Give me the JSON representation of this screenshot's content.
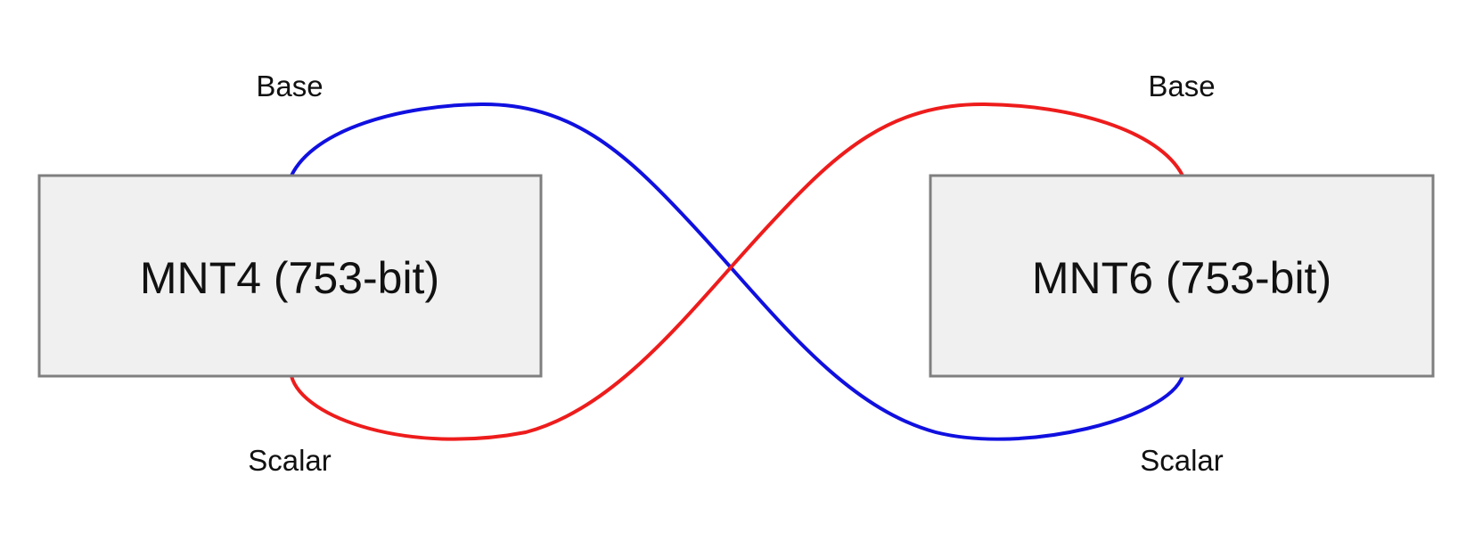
{
  "nodes": {
    "mnt4": {
      "label": "MNT4 (753-bit)"
    },
    "mnt6": {
      "label": "MNT6 (753-bit)"
    }
  },
  "ports": {
    "mnt4_base": "Base",
    "mnt4_scalar": "Scalar",
    "mnt6_base": "Base",
    "mnt6_scalar": "Scalar"
  },
  "colors": {
    "mnt4_base_to_mnt6_scalar": "#1010e0",
    "mnt4_scalar_to_mnt6_base": "#ee1c1c"
  }
}
